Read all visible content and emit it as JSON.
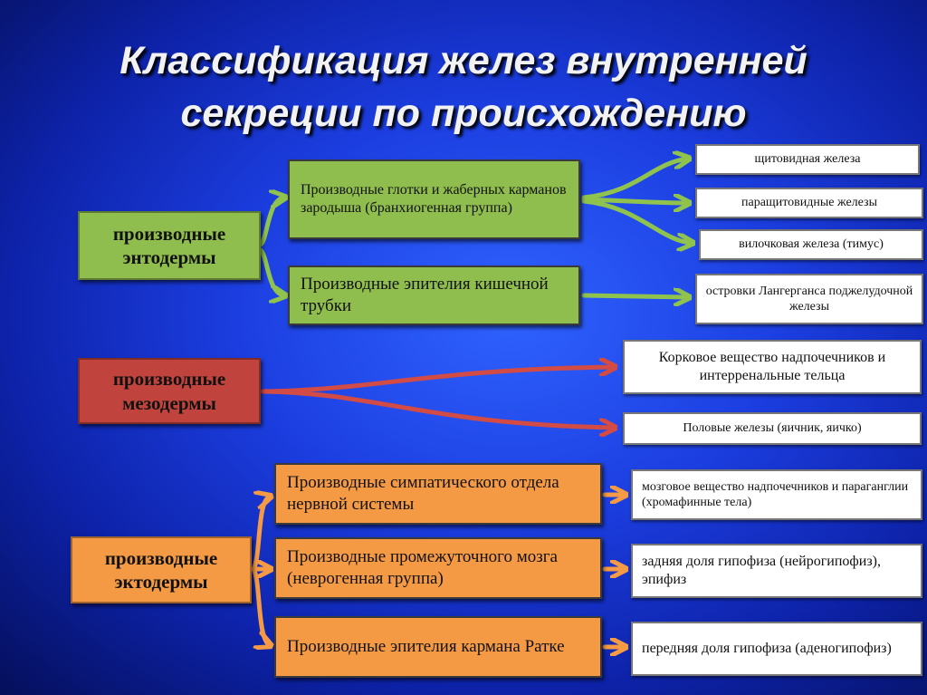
{
  "title": {
    "line1": "Классификация желез внутренней",
    "line2": "секреции по происхождению"
  },
  "colors": {
    "endoderm": "#8fbd4e",
    "mesoderm": "#c0443d",
    "ectoderm": "#f49a45",
    "arrow_green": "#8fc34e",
    "arrow_red": "#d24b45",
    "arrow_orange": "#f59a45"
  },
  "endoderm": {
    "label": "производные энтодермы",
    "groups": [
      {
        "text": "Производные глотки и жаберных карманов зародыша (бранхиогенная группа)",
        "glands": [
          "щитовидная железа",
          "паращитовидные железы",
          "вилочковая железа (тимус)"
        ]
      },
      {
        "text": "Производные эпителия кишечной трубки",
        "glands": [
          "островки Лангерганса поджелудочной железы"
        ]
      }
    ]
  },
  "mesoderm": {
    "label": "производные мезодермы",
    "glands": [
      "Корковое вещество надпочечников и интерренальные тельца",
      "Половые железы (яичник, яичко)"
    ]
  },
  "ectoderm": {
    "label": "производные эктодермы",
    "groups": [
      {
        "text": "Производные симпатического отдела нервной системы",
        "gland": "мозговое вещество надпочечников и параганглии (хромафинные тела)"
      },
      {
        "text": "Производные промежуточного мозга (неврогенная группа)",
        "gland": "задняя доля гипофиза (нейрогипофиз), эпифиз"
      },
      {
        "text": "Производные эпителия кармана Ратке",
        "gland": "передняя доля гипофиза (аденогипофиз)"
      }
    ]
  }
}
